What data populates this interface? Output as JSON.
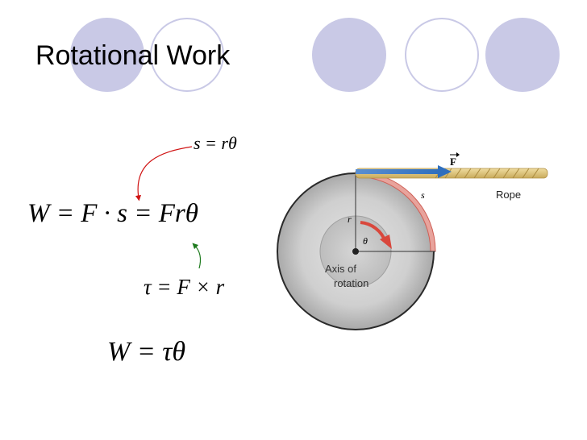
{
  "slide": {
    "title": "Rotational Work",
    "colors": {
      "circle_fill": "#c9c9e6",
      "circle_stroke": "#c9c9e6",
      "circle_white": "#ffffff"
    }
  },
  "equations": {
    "arc_length": "s = rθ",
    "work_force": "W = F · s = Frθ",
    "torque": "τ = F × r",
    "work_torque": "W = τθ"
  },
  "figure": {
    "force_label": "F",
    "arc_label": "s",
    "radius_label": "r",
    "angle_label": "θ",
    "rope_label": "Rope",
    "axis_label_line1": "Axis of",
    "axis_label_line2": "rotation"
  }
}
